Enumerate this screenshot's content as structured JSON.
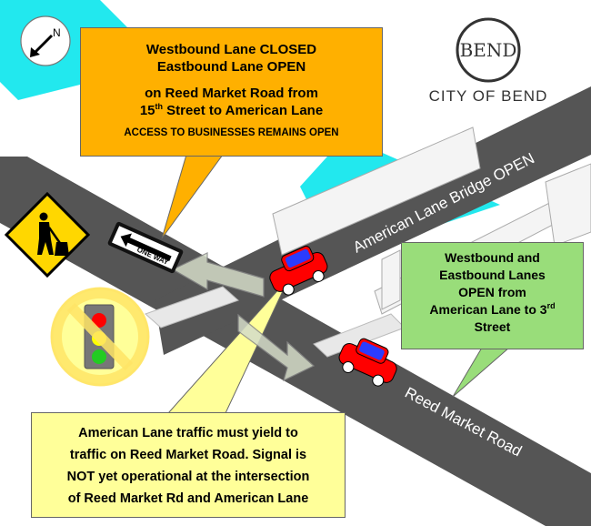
{
  "map_title": "",
  "compass": {
    "label": "N",
    "icon": "north-arrow-icon"
  },
  "logo": {
    "name": "CITY OF BEND",
    "seal_text": "BEND",
    "icon": "city-seal-icon"
  },
  "closure_notice": {
    "line1": "Westbound Lane CLOSED",
    "line2": "Eastbound Lane OPEN",
    "line3": "on Reed Market Road from",
    "line4_a": "15",
    "line4_sup": "th",
    "line4_b": " Street to American Lane",
    "line5": "ACCESS TO BUSINESSES REMAINS OPEN",
    "background": "#ffb000"
  },
  "open_notice": {
    "line1": "Westbound and",
    "line2": "Eastbound Lanes",
    "line3": "OPEN from",
    "line4_a": "American Lane to 3",
    "line4_sup": "rd",
    "line5": "Street",
    "background": "#99dd7a"
  },
  "yield_notice": {
    "line1": "American Lane traffic must yield to",
    "line2": "traffic on Reed Market Road.  Signal is",
    "line3": "NOT yet operational at the intersection",
    "line4": "of Reed Market Rd and American Lane",
    "background": "#ffff99"
  },
  "roads": {
    "bridge_label": "American Lane Bridge OPEN",
    "reed_label": "Reed Market Road"
  },
  "one_way_sign": {
    "text": "ONE WAY",
    "icon": "one-way-arrow-icon"
  },
  "icons": {
    "construction": "road-work-sign-icon",
    "signal": "no-traffic-signal-icon",
    "car": "car-icon",
    "arrows": "traffic-direction-arrows-icon"
  },
  "colors": {
    "road": "#555555",
    "water": "#22e8ee",
    "car_body": "#ff0000",
    "car_roof": "#2b3cff",
    "warning_yellow": "#ffd700"
  }
}
